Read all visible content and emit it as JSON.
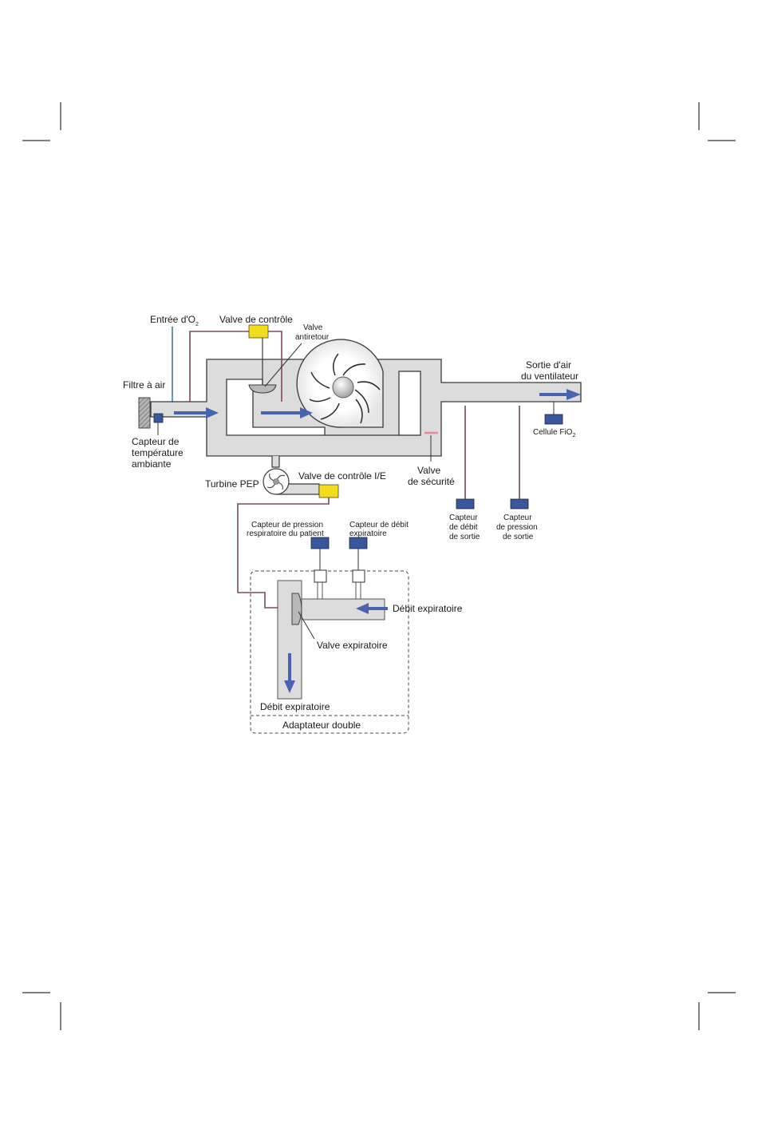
{
  "colors": {
    "duct": "#dcdcdc",
    "duct_stroke": "#3a3a3a",
    "arrow": "#4a63b0",
    "valve_yellow": "#f1dc1e",
    "sensor_blue": "#3b56a0",
    "pressure_line": "#7a4a60",
    "o2_line": "#3c6f8d",
    "safety_valve": "#e58a9a"
  },
  "labels": {
    "o2_inlet_main": "Entrée d'O",
    "o2_inlet_sub": "2",
    "check_valve": "Valve de contrôle",
    "anti_return_line1": "Valve",
    "anti_return_line2": "antiretour",
    "air_filter": "Filtre à air",
    "ambient_sensor_line1": "Capteur de",
    "ambient_sensor_line2": "température",
    "ambient_sensor_line3": "ambiante",
    "air_outlet_line1": "Sortie d'air",
    "air_outlet_line2": "du ventilateur",
    "fio2_cell_main": "Cellule FiO",
    "fio2_cell_sub": "2",
    "safety_valve_line1": "Valve",
    "safety_valve_line2": "de sécurité",
    "peep_turbine": "Turbine PEP",
    "ie_valve": "Valve de contrôle I/E",
    "outlet_flow_sensor_line1": "Capteur",
    "outlet_flow_sensor_line2": "de débit",
    "outlet_flow_sensor_line3": "de sortie",
    "outlet_pressure_sensor_line1": "Capteur",
    "outlet_pressure_sensor_line2": "de pression",
    "outlet_pressure_sensor_line3": "de sortie",
    "patient_pressure_sensor_line1": "Capteur de pression",
    "patient_pressure_sensor_line2": "respiratoire du patient",
    "exp_flow_sensor_line1": "Capteur de débit",
    "exp_flow_sensor_line2": "expiratoire",
    "exp_flow_right": "Débit expiratoire",
    "exp_valve": "Valve expiratoire",
    "exp_flow_bottom": "Débit expiratoire",
    "dual_adapter": "Adaptateur double"
  }
}
